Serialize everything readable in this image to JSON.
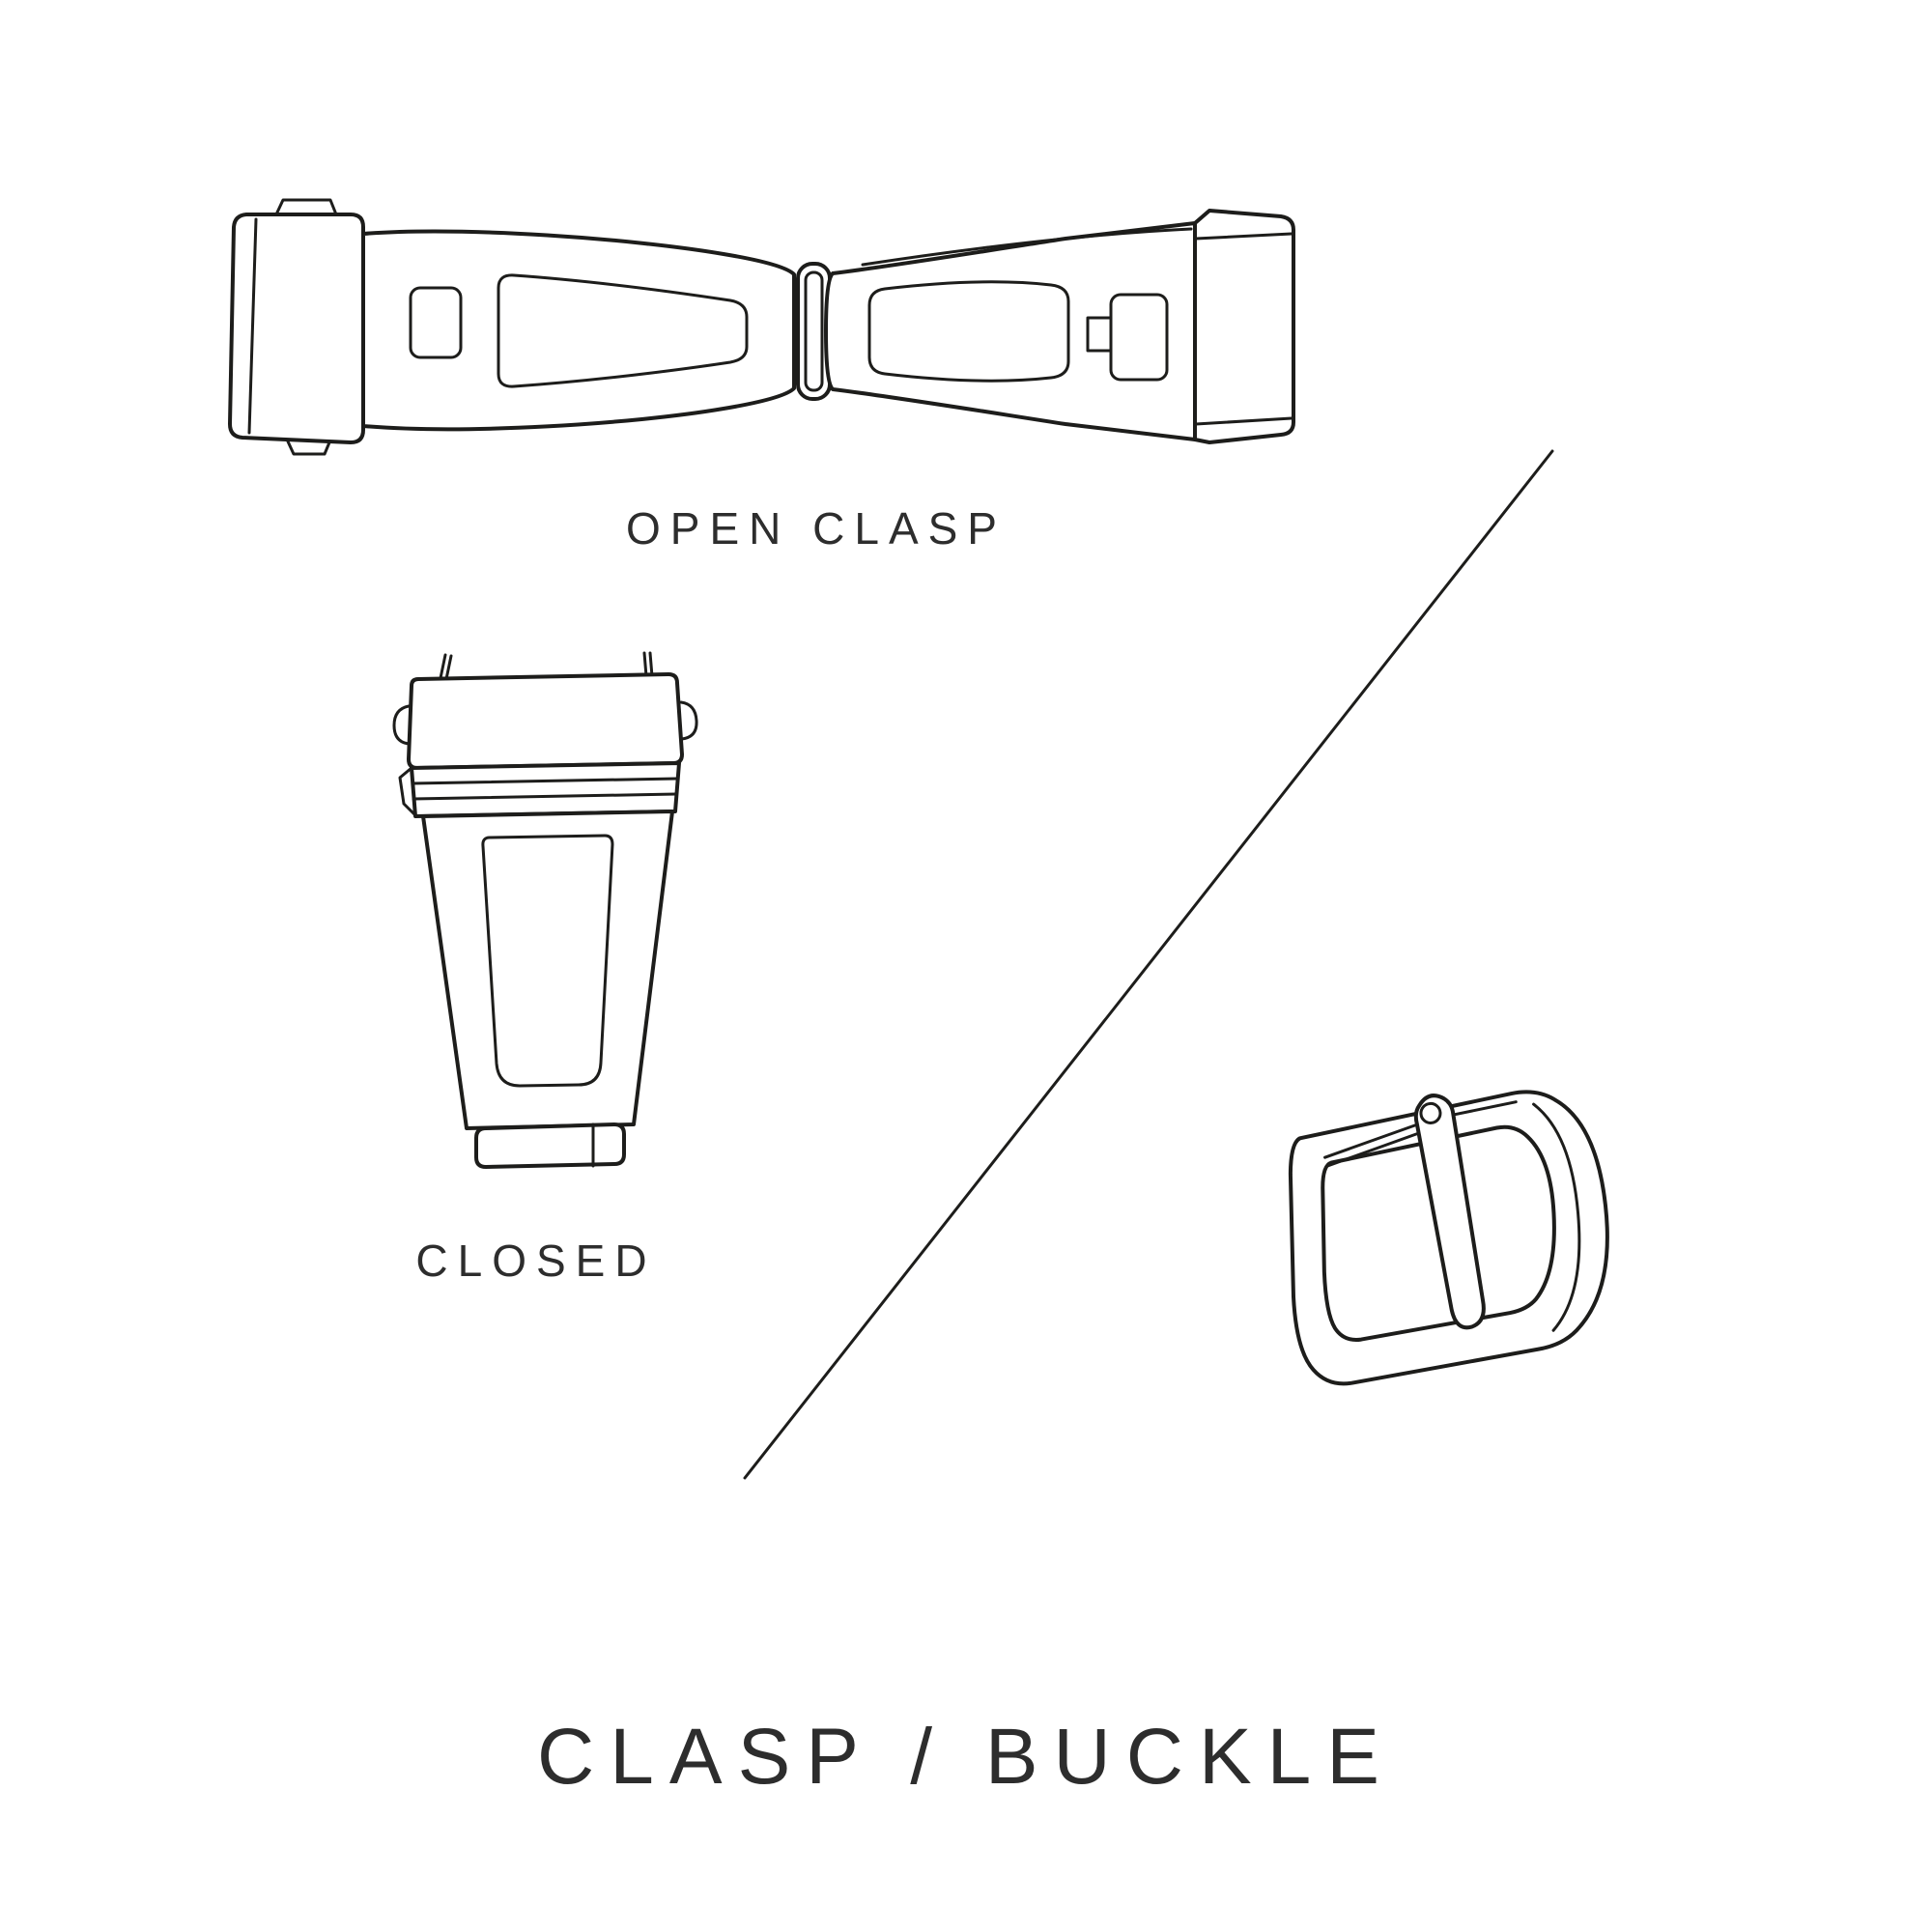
{
  "page": {
    "background_color": "#ffffff",
    "line_color": "#1d1d1b",
    "text_color": "#2d2d2d"
  },
  "diagram": {
    "open_clasp_label": "OPEN CLASP",
    "closed_label": "CLOSED",
    "title": "CLASP / BUCKLE",
    "illustrations": [
      {
        "name": "open-clasp",
        "caption": "OPEN CLASP"
      },
      {
        "name": "closed-clasp",
        "caption": "CLOSED"
      },
      {
        "name": "tang-buckle",
        "caption": ""
      }
    ]
  }
}
